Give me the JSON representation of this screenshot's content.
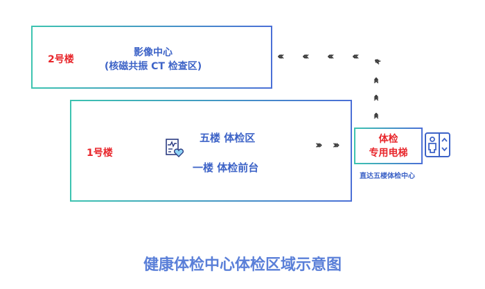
{
  "building2": {
    "label": "2号楼",
    "title": "影像中心",
    "subtitle": "(核磁共振 CT 检查区)"
  },
  "building1": {
    "label": "1号楼",
    "line1": "五楼 体检区",
    "line2": "一楼 体检前台"
  },
  "elevator": {
    "line1": "体检",
    "line2": "专用电梯",
    "caption": "直达五楼体检中心"
  },
  "title": "健康体检中心体检区域示意图",
  "colors": {
    "red": "#e8262b",
    "blue": "#3d63c7",
    "teal": "#3cc3b0"
  }
}
